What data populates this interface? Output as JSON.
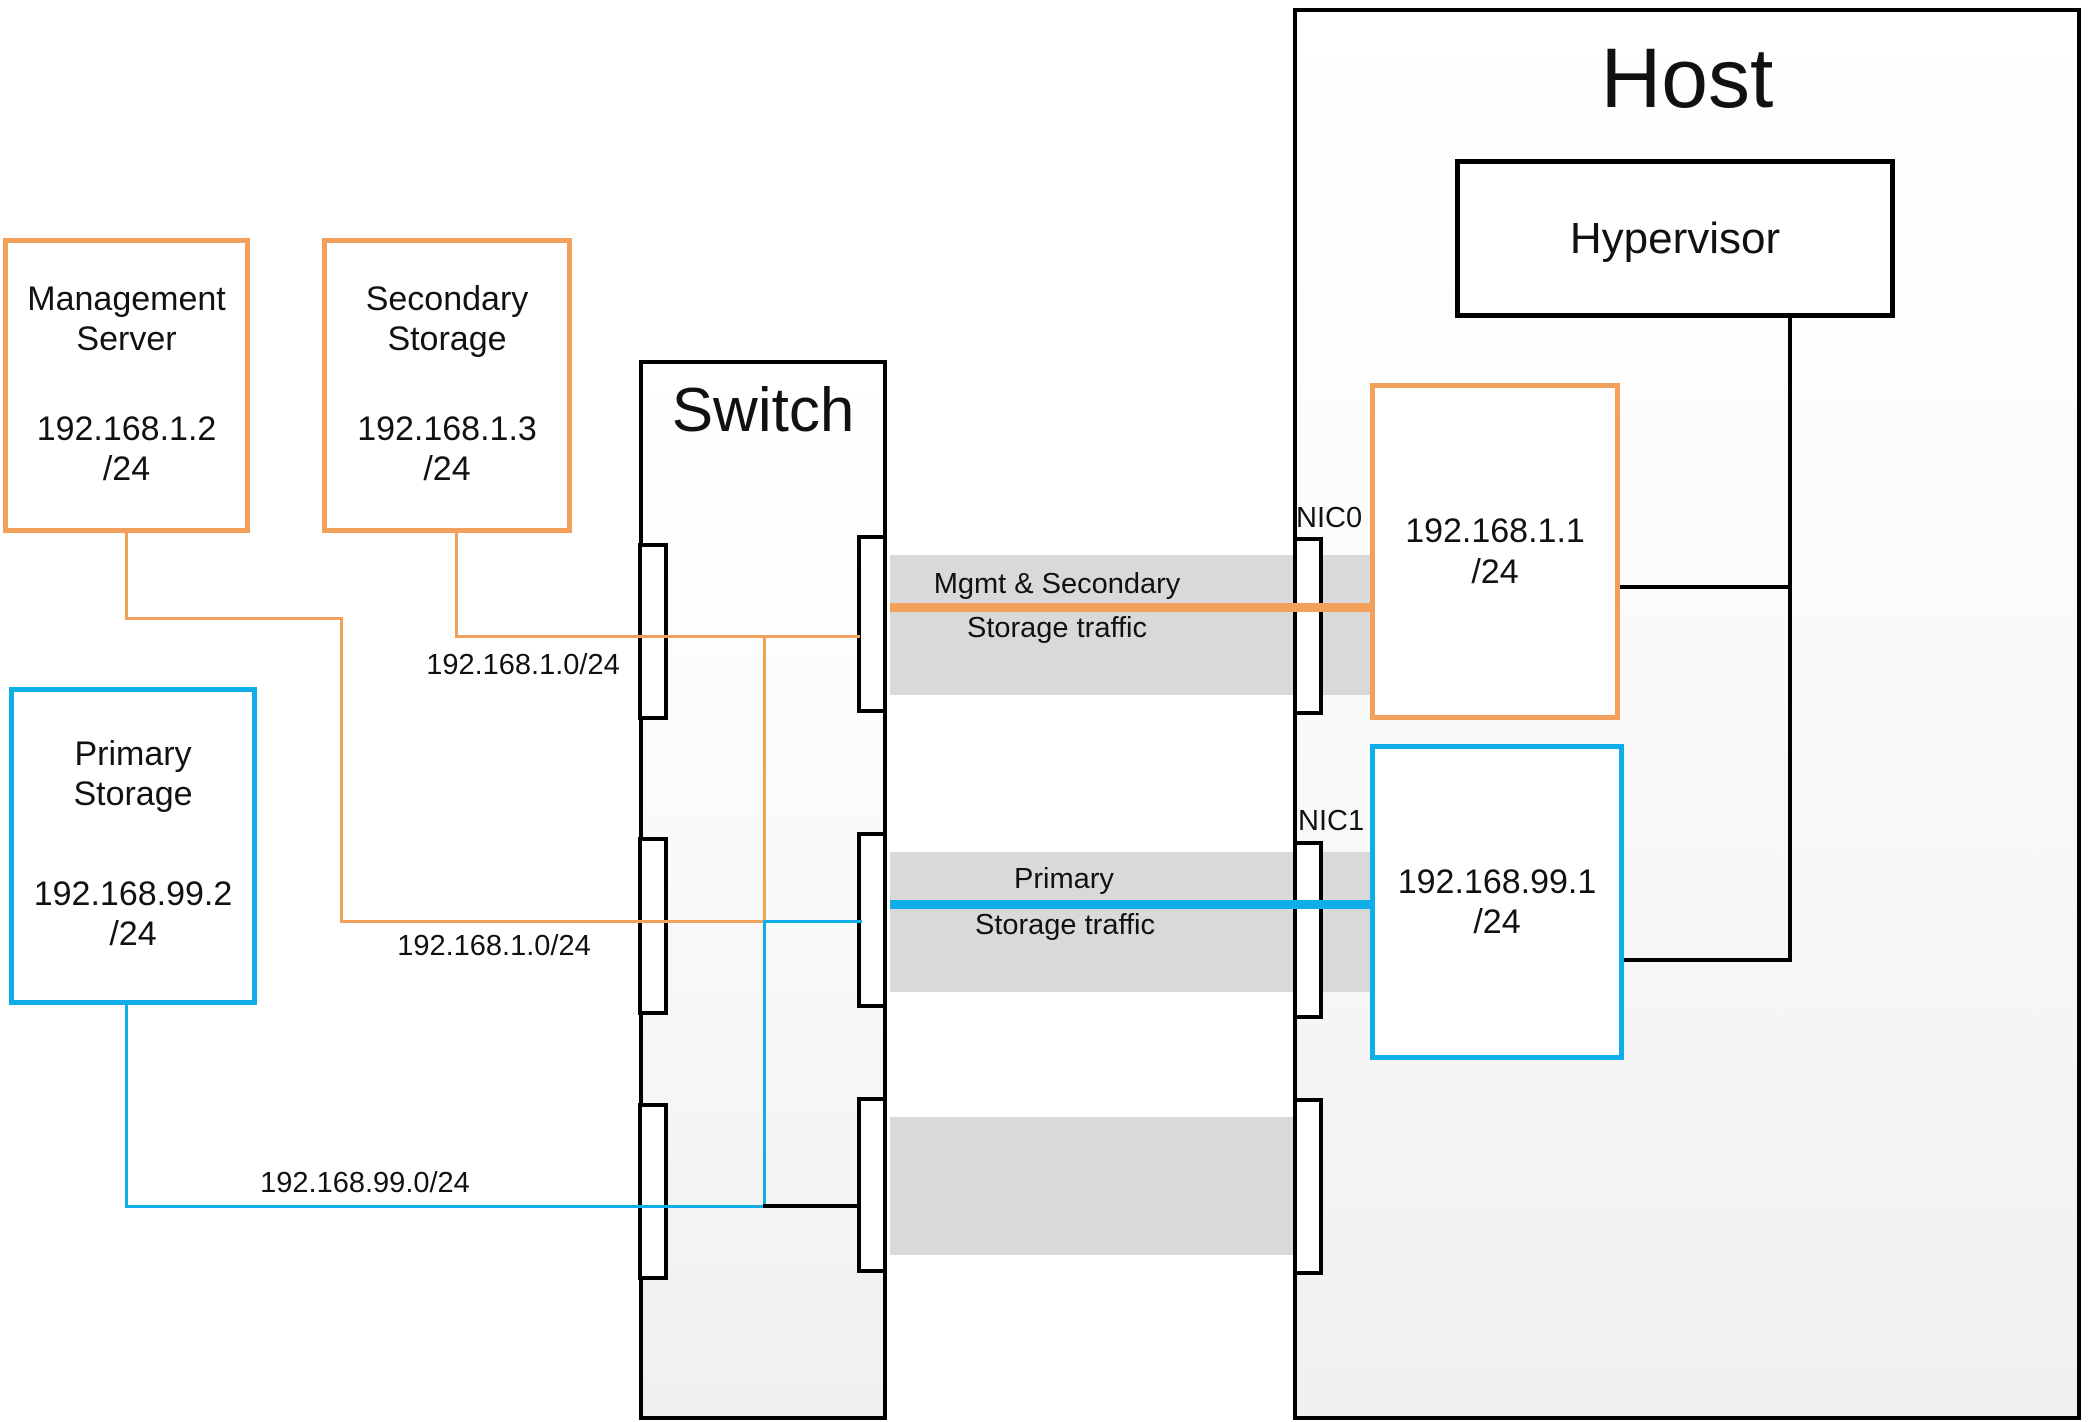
{
  "diagram": {
    "nodes": {
      "management_server": {
        "title": "Management\nServer",
        "ip": "192.168.1.2",
        "mask": "/24"
      },
      "secondary_storage": {
        "title": "Secondary\nStorage",
        "ip": "192.168.1.3",
        "mask": "/24"
      },
      "primary_storage": {
        "title": "Primary\nStorage",
        "ip": "192.168.99.2",
        "mask": "/24"
      },
      "switch": {
        "title": "Switch"
      },
      "host": {
        "title": "Host"
      },
      "hypervisor": {
        "title": "Hypervisor"
      },
      "nic0": {
        "label": "NIC0",
        "ip": "192.168.1.1",
        "mask": "/24"
      },
      "nic1": {
        "label": "NIC1",
        "ip": "192.168.99.1",
        "mask": "/24"
      }
    },
    "subnet_labels": {
      "secondary_link": "192.168.1.0/24",
      "management_link": "192.168.1.0/24",
      "primary_link": "192.168.99.0/24"
    },
    "traffic": {
      "band1_line1": "Mgmt & Secondary",
      "band1_line2": "Storage traffic",
      "band2_line1": "Primary",
      "band2_line2": "Storage traffic"
    },
    "colors": {
      "orange": "#F2A15C",
      "blue": "#0FAEE8",
      "band_gray": "#D9D9D9",
      "ink": "#000000"
    }
  }
}
